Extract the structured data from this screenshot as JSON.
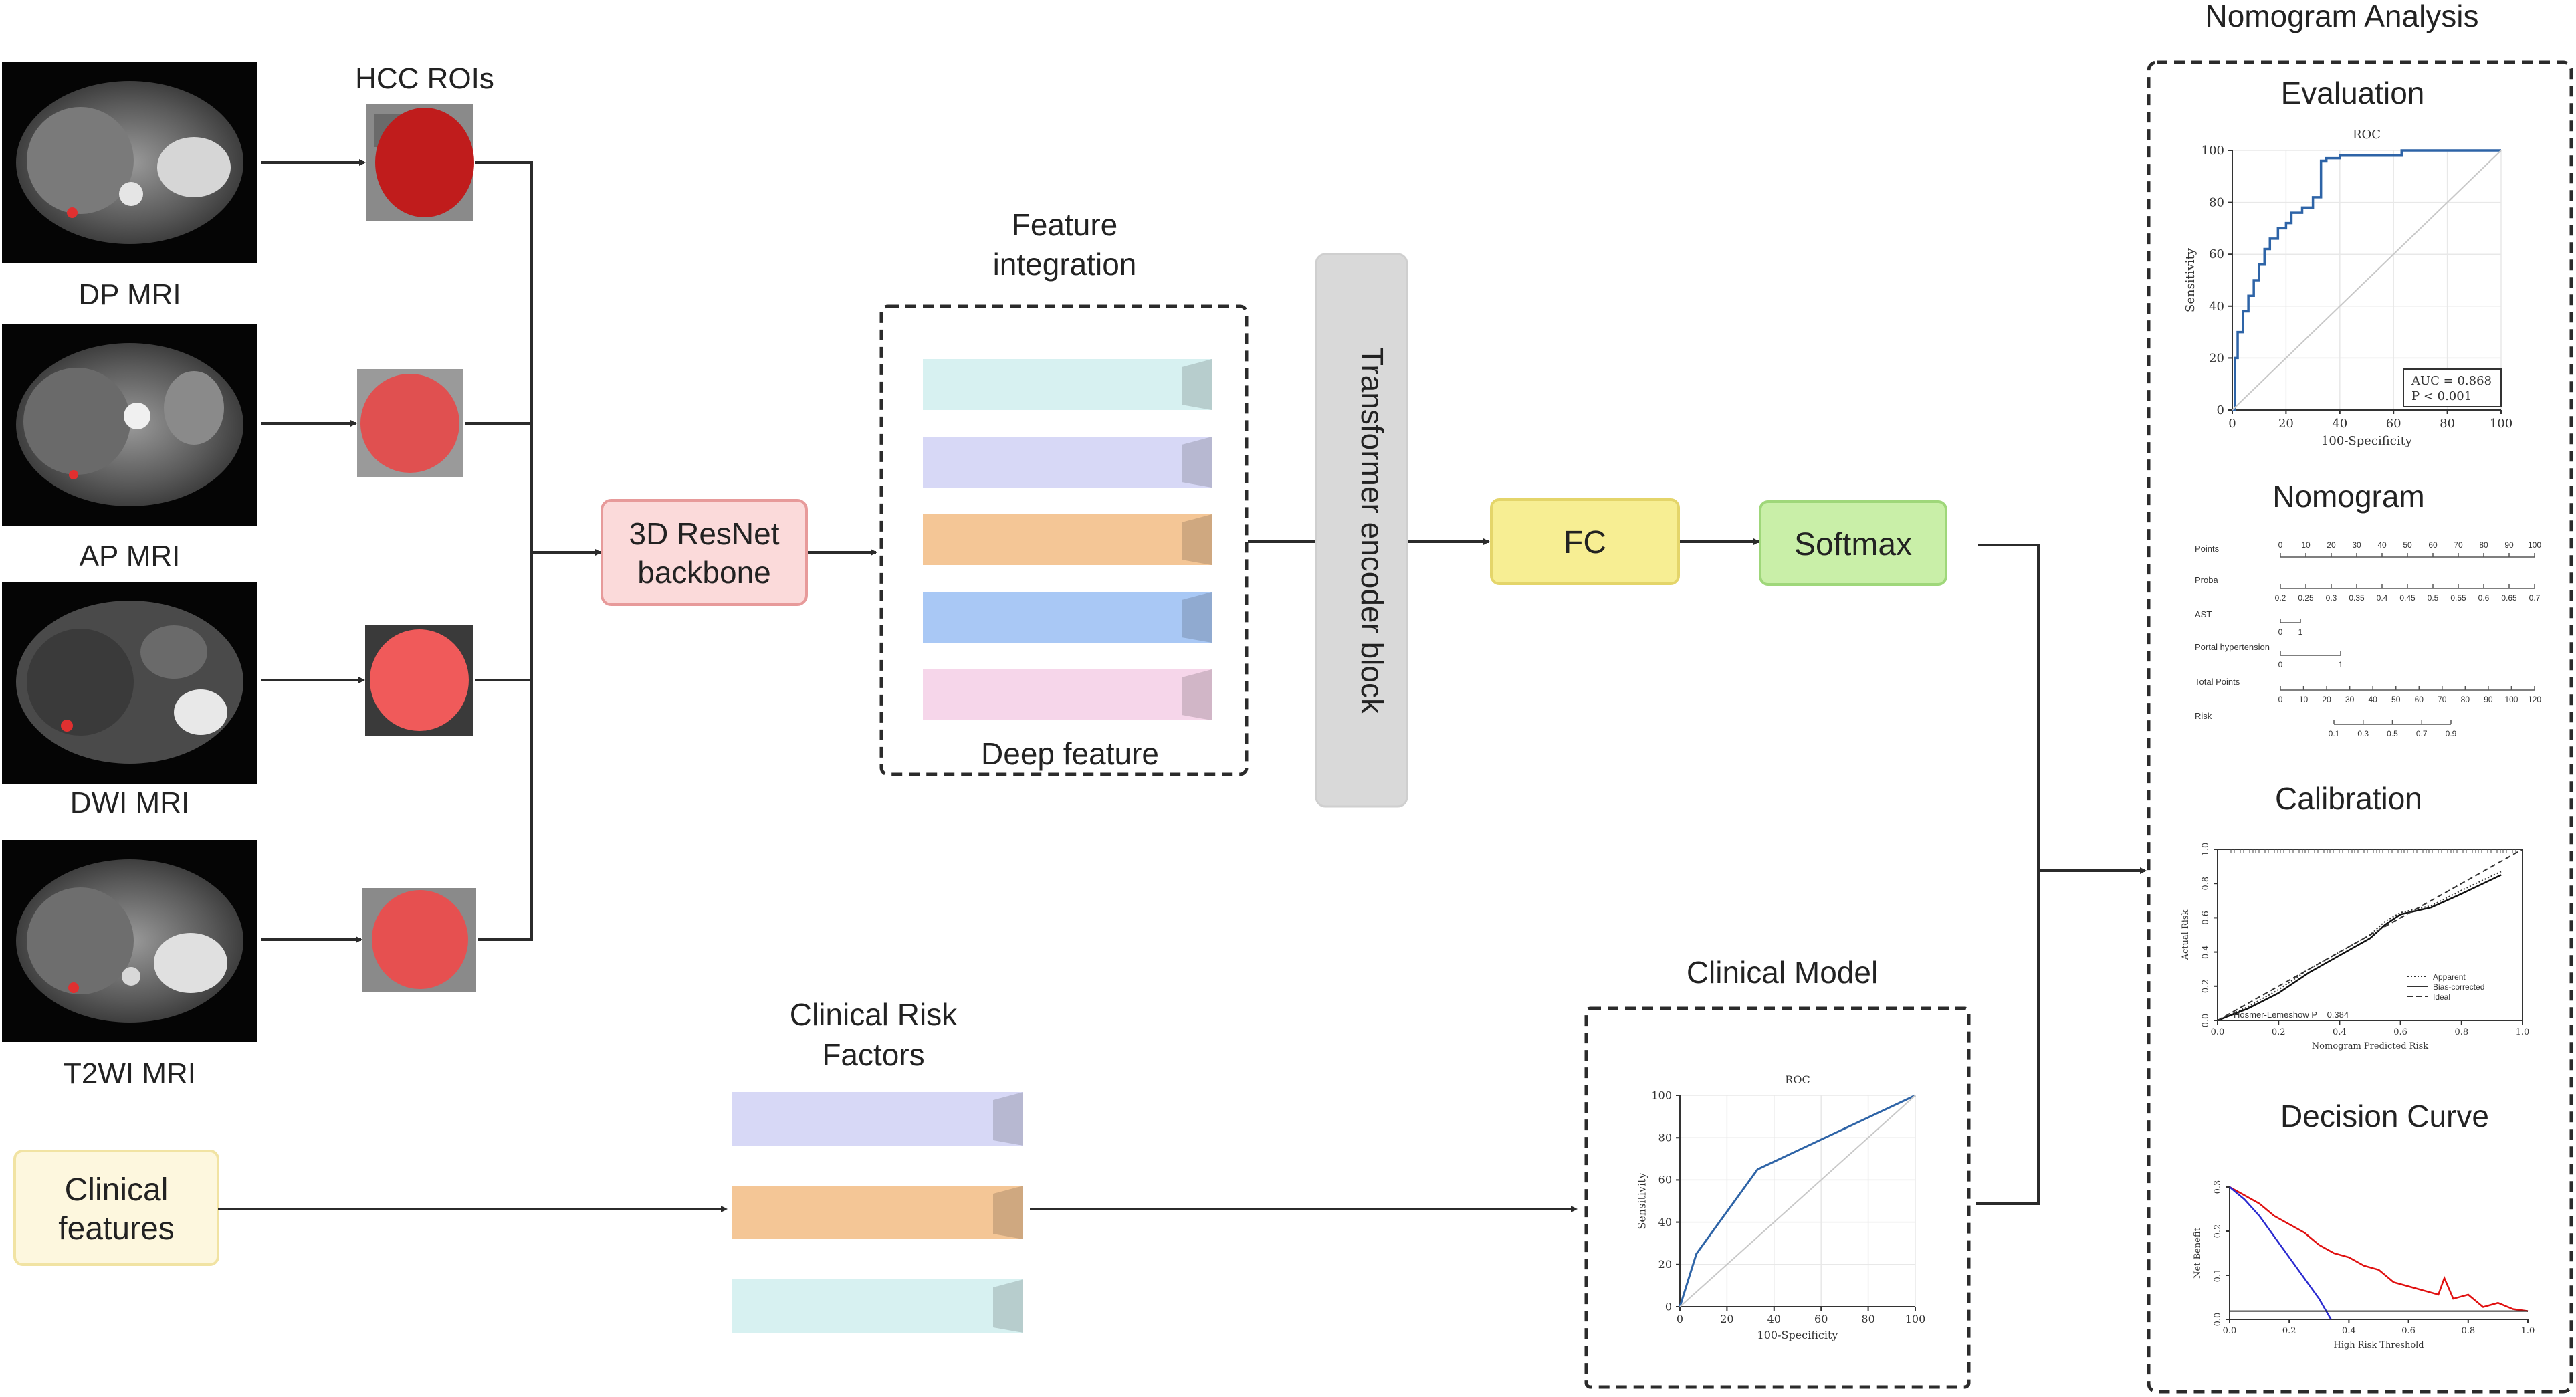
{
  "mri_inputs": [
    {
      "label": "DP MRI"
    },
    {
      "label": "AP MRI"
    },
    {
      "label": "DWI MRI"
    },
    {
      "label": "T2WI MRI"
    }
  ],
  "roi_title": "HCC ROIs",
  "backbone_label": [
    "3D ResNet",
    "backbone"
  ],
  "feature_integration_title": [
    "Feature",
    "integration"
  ],
  "deep_feature_label": "Deep feature",
  "transformer_label": "Transformer encoder block",
  "fc_label": "FC",
  "softmax_label": "Softmax",
  "clinical_features_label": [
    "Clinical",
    "features"
  ],
  "clinical_risk_title": [
    "Clinical Risk",
    "Factors"
  ],
  "clinical_model_title": "Clinical Model",
  "nomogram_analysis_title": "Nomogram Analysis",
  "panels": {
    "evaluation": "Evaluation",
    "nomogram": "Nomogram",
    "calibration": "Calibration",
    "decision_curve": "Decision Curve"
  },
  "colors": {
    "backbone_fill": "#fbdada",
    "backbone_stroke": "#e79a9a",
    "fc_fill": "#f7ee93",
    "fc_stroke": "#e4d56a",
    "softmax_fill": "#c9efa8",
    "softmax_stroke": "#9fd77a",
    "clinical_fill": "#fdf7de",
    "clinical_stroke": "#f1e3a3",
    "transformer_fill": "#d9d9d9",
    "roc_line": "#2e64a7",
    "decision_model": "#e01010",
    "decision_all": "#2a2ad0"
  },
  "feature_bar_colors": [
    "#d7f1f1",
    "#d7d8f6",
    "#f4c696",
    "#a9c8f5",
    "#f6d6ea"
  ],
  "clinical_bar_colors": [
    "#d7d8f6",
    "#f4c696",
    "#d7f1f1"
  ],
  "chart_data": [
    {
      "id": "evaluation_roc",
      "type": "line",
      "title": "ROC",
      "xlabel": "100-Specificity",
      "ylabel": "Sensitivity",
      "xlim": [
        0,
        100
      ],
      "ylim": [
        0,
        100
      ],
      "xticks": [
        "0",
        "20",
        "40",
        "60",
        "80",
        "100"
      ],
      "yticks": [
        "0",
        "20",
        "40",
        "60",
        "80",
        "100"
      ],
      "series": [
        {
          "x": [
            0,
            1,
            1,
            2,
            2,
            4,
            4,
            6,
            6,
            8,
            8,
            10,
            10,
            12,
            12,
            14,
            14,
            17,
            17,
            20,
            20,
            22,
            22,
            26,
            26,
            30,
            30,
            33,
            33,
            35,
            35,
            40,
            40,
            63,
            63,
            100
          ],
          "y": [
            0,
            0,
            20,
            20,
            30,
            30,
            38,
            38,
            44,
            44,
            50,
            50,
            56,
            56,
            62,
            62,
            66,
            66,
            70,
            70,
            72,
            72,
            76,
            76,
            78,
            78,
            82,
            82,
            96,
            96,
            97,
            97,
            98,
            98,
            100,
            100
          ]
        },
        {
          "x": [
            0,
            100
          ],
          "y": [
            0,
            100
          ]
        }
      ],
      "annotations": [
        "AUC = 0.868",
        "P < 0.001"
      ]
    },
    {
      "id": "clinical_roc",
      "type": "line",
      "title": "ROC",
      "xlabel": "100-Specificity",
      "ylabel": "Sensitivity",
      "xlim": [
        0,
        100
      ],
      "ylim": [
        0,
        100
      ],
      "xticks": [
        "0",
        "20",
        "40",
        "60",
        "80",
        "100"
      ],
      "yticks": [
        "0",
        "20",
        "40",
        "60",
        "80",
        "100"
      ],
      "series": [
        {
          "x": [
            0,
            7,
            33,
            100
          ],
          "y": [
            0,
            25,
            65,
            100
          ]
        },
        {
          "x": [
            0,
            100
          ],
          "y": [
            0,
            100
          ]
        }
      ]
    },
    {
      "id": "nomogram",
      "type": "table",
      "rows": [
        {
          "label": "Points",
          "ticks": [
            "0",
            "10",
            "20",
            "30",
            "40",
            "50",
            "60",
            "70",
            "80",
            "90",
            "100"
          ]
        },
        {
          "label": "Proba",
          "ticks": [
            "0.2",
            "0.25",
            "0.3",
            "0.35",
            "0.4",
            "0.45",
            "0.5",
            "0.55",
            "0.6",
            "0.65",
            "0.7"
          ]
        },
        {
          "label": "AST",
          "ticks": [
            "0",
            "1"
          ]
        },
        {
          "label": "Portal hypertension",
          "ticks": [
            "0",
            "1"
          ]
        },
        {
          "label": "Total Points",
          "ticks": [
            "0",
            "10",
            "20",
            "30",
            "40",
            "50",
            "60",
            "70",
            "80",
            "90",
            "100",
            "120"
          ]
        },
        {
          "label": "Risk",
          "ticks": [
            "0.1",
            "0.3",
            "0.5",
            "0.7",
            "0.9"
          ]
        }
      ]
    },
    {
      "id": "calibration",
      "type": "line",
      "xlabel": "Nomogram Predicted Risk",
      "ylabel": "Actual Risk",
      "xlim": [
        0,
        1
      ],
      "ylim": [
        0,
        1
      ],
      "xticks": [
        "0.0",
        "0.2",
        "0.4",
        "0.6",
        "0.8",
        "1.0"
      ],
      "yticks": [
        "0.0",
        "0.2",
        "0.4",
        "0.6",
        "0.8",
        "1.0"
      ],
      "legend": [
        "Apparent",
        "Bias-corrected",
        "Ideal"
      ],
      "annotation": "Hosmer-Lemeshow  P  = 0.384",
      "series": [
        {
          "name": "Apparent",
          "x": [
            0.0,
            0.1,
            0.2,
            0.3,
            0.4,
            0.5,
            0.55,
            0.6,
            0.7,
            0.8,
            0.93
          ],
          "y": [
            0.0,
            0.08,
            0.18,
            0.3,
            0.4,
            0.5,
            0.58,
            0.63,
            0.67,
            0.76,
            0.87
          ]
        },
        {
          "name": "Bias-corrected",
          "x": [
            0.0,
            0.1,
            0.2,
            0.3,
            0.4,
            0.5,
            0.55,
            0.6,
            0.7,
            0.8,
            0.93
          ],
          "y": [
            0.0,
            0.07,
            0.16,
            0.28,
            0.38,
            0.48,
            0.56,
            0.62,
            0.66,
            0.74,
            0.85
          ]
        },
        {
          "name": "Ideal",
          "x": [
            0,
            1
          ],
          "y": [
            0,
            1
          ]
        }
      ]
    },
    {
      "id": "decision_curve",
      "type": "line",
      "xlabel": "High Risk Threshold",
      "ylabel": "Net Benefit",
      "xlim": [
        0,
        1
      ],
      "ylim": [
        -0.02,
        0.3
      ],
      "xticks": [
        "0.0",
        "0.2",
        "0.4",
        "0.6",
        "0.8",
        "1.0"
      ],
      "yticks": [
        "0.0",
        "0.1",
        "0.2",
        "0.3"
      ],
      "series": [
        {
          "x": [
            0.0,
            0.05,
            0.1,
            0.15,
            0.2,
            0.25,
            0.3,
            0.35,
            0.4,
            0.45,
            0.5,
            0.55,
            0.6,
            0.65,
            0.7,
            0.72,
            0.75,
            0.8,
            0.85,
            0.9,
            0.95,
            1.0
          ],
          "y": [
            0.3,
            0.28,
            0.26,
            0.23,
            0.21,
            0.19,
            0.16,
            0.14,
            0.13,
            0.11,
            0.1,
            0.07,
            0.06,
            0.05,
            0.04,
            0.08,
            0.03,
            0.04,
            0.01,
            0.02,
            0.005,
            0.0
          ]
        },
        {
          "x": [
            0.0,
            0.05,
            0.1,
            0.15,
            0.2,
            0.25,
            0.3,
            0.34
          ],
          "y": [
            0.3,
            0.27,
            0.23,
            0.18,
            0.13,
            0.08,
            0.03,
            -0.02
          ]
        }
      ]
    }
  ]
}
